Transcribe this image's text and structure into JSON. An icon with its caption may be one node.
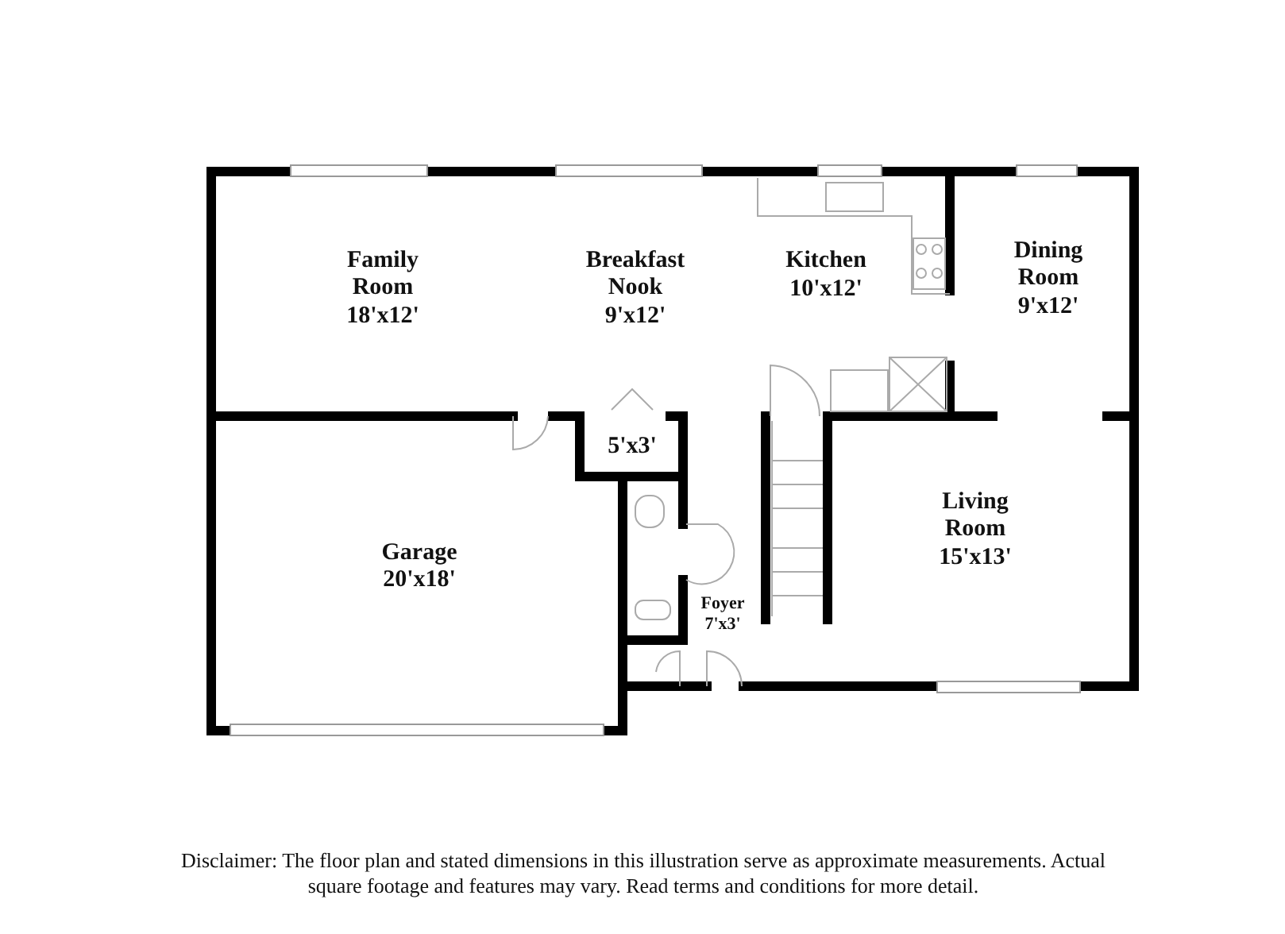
{
  "diagram": {
    "caption": "Disclaimer: The floor plan and stated dimensions in this illustration serve as approximate measurements. Actual square footage and features may vary. Read terms and conditions for more detail.",
    "labels": [
      "Family Room",
      "18'x12'",
      "Breakfast Nook",
      "9'x12'",
      "Kitchen",
      "10'x12'",
      "Dining Room",
      "9'x12'",
      "5'x3'",
      "Garage",
      "20'x18'",
      "Living Room",
      "15'x13'",
      "Foyer",
      "7'x3'"
    ]
  }
}
